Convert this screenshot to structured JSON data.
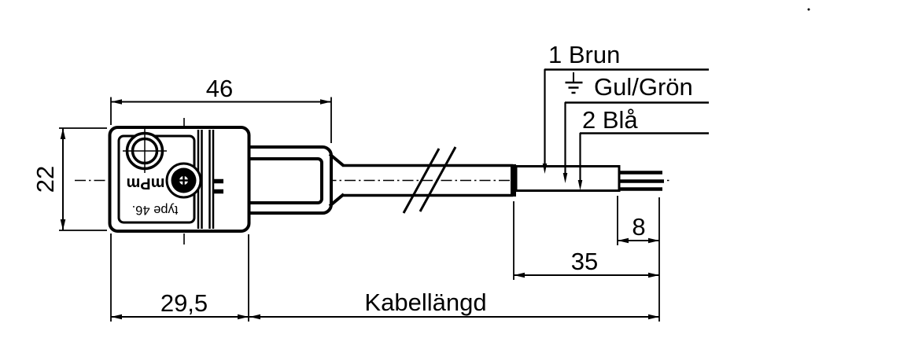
{
  "drawing": {
    "title": "Connector with cable - dimensional drawing",
    "connector_markings": {
      "brand": "mPm",
      "type_label": "type 46."
    },
    "wire_labels": {
      "wire1": "1 Brun",
      "ground": "Gul/Grön",
      "wire2": "2 Blå"
    },
    "dimensions": {
      "body_width": "46",
      "body_height": "22",
      "body_depth": "29,5",
      "strip_length": "35",
      "wire_strip": "8",
      "cable_length_label": "Kabellängd"
    },
    "icons": {
      "ground_symbol": "earth-ground-icon",
      "cable_break": "cable-break-icon"
    },
    "colors": {
      "line": "#000000",
      "background": "#ffffff"
    }
  }
}
